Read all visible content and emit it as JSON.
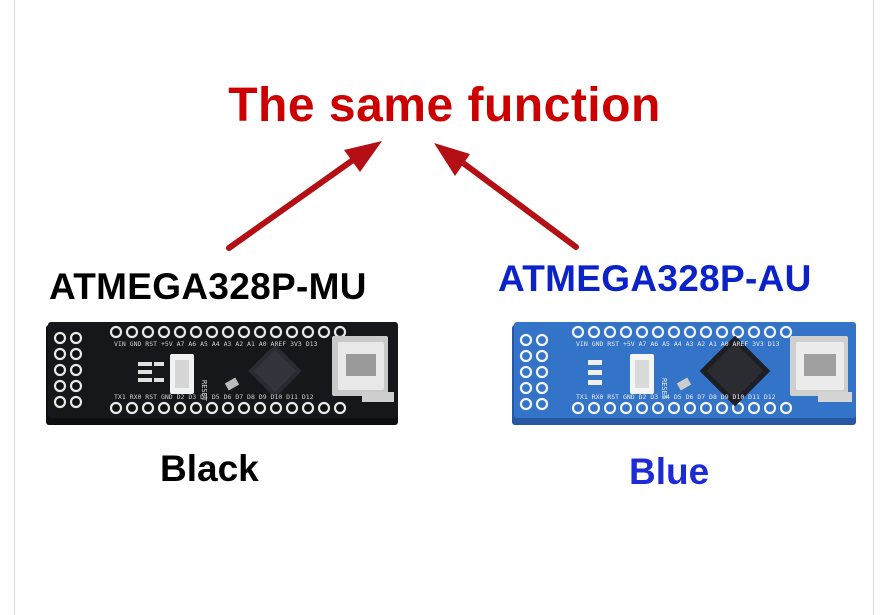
{
  "title": {
    "text": "The same function",
    "color": "#cc0000"
  },
  "arrow_color": "#b30f14",
  "left_board": {
    "chip_label": "ATMEGA328P-MU",
    "label_color": "#000000",
    "color_name": "Black",
    "color_name_color": "#000000",
    "pcb_color": "#15161a",
    "reset_text": "RESET",
    "top_pins": "VIN GND RST +5V A7 A6 A5 A4 A3 A2 A1 A0 AREF 3V3 D13",
    "bottom_pins": "TX1 RX0 RST GND D2 D3 D4 D5 D6 D7 D8 D9 D10 D11 D12"
  },
  "right_board": {
    "chip_label": "ATMEGA328P-AU",
    "label_color": "#0b22c8",
    "color_name": "Blue",
    "color_name_color": "#1d2bd4",
    "pcb_color": "#2f6fc4",
    "reset_text": "RESET",
    "top_pins": "VIN GND RST +5V A7 A6 A5 A4 A3 A2 A1 A0 AREF 3V3 D13",
    "bottom_pins": "TX1 RX0 RST GND D2 D3 D4 D5 D6 D7 D8 D9 D10 D11 D12"
  }
}
